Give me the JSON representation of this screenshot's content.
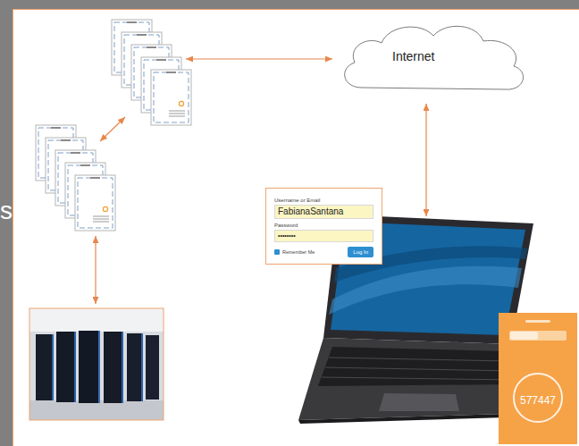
{
  "diagram": {
    "nodes": [
      {
        "text": [
          "Internet"
        ]
      },
      {
        "text": [
          "Username or Email",
          "FabianaSantana",
          "Password",
          "••••••••",
          "Remember Me",
          "Log In"
        ]
      },
      {
        "text": [
          "577447"
        ]
      }
    ],
    "labels": [
      "s"
    ]
  }
}
